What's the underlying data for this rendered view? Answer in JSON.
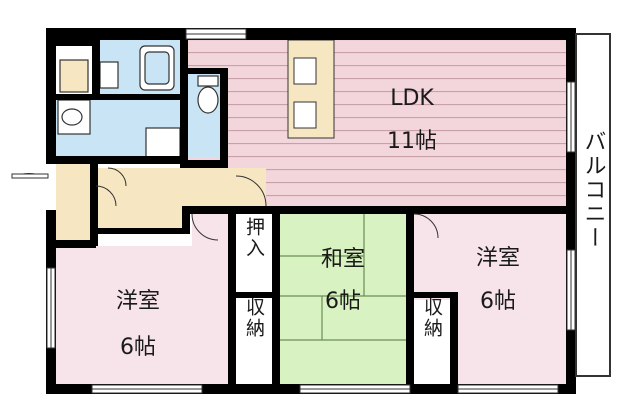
{
  "rooms": {
    "ldk": {
      "name": "LDK",
      "size": "11帖"
    },
    "washitsu": {
      "name": "和室",
      "size": "6帖"
    },
    "yoshitsu_left": {
      "name": "洋室",
      "size": "6帖"
    },
    "yoshitsu_right": {
      "name": "洋室",
      "size": "6帖"
    },
    "oshiire": {
      "name": "押入"
    },
    "shuno_left": {
      "name": "収納"
    },
    "shuno_right": {
      "name": "収納"
    },
    "balcony": {
      "name": "バルコニー"
    }
  },
  "colors": {
    "ldk_floor": "#f3d6dc",
    "ldk_stripe": "#c8a0a8",
    "bedroom_floor": "#f7e4ea",
    "tatami": "#d9f2c2",
    "wet_area": "#c9e4f4",
    "wall": "#000000",
    "closet": "#ffffff"
  }
}
